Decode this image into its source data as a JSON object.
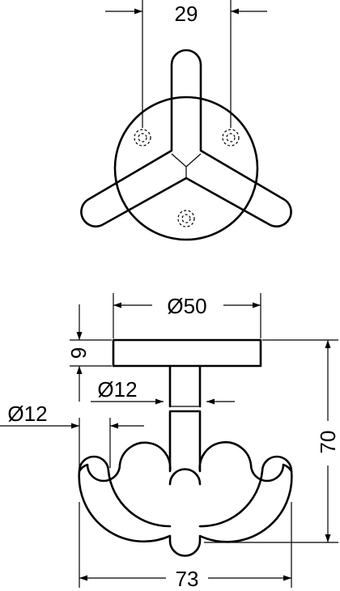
{
  "dimensions": {
    "hole_spacing": "29",
    "base_diameter": "Ø50",
    "base_thickness": "9",
    "shaft_diameter": "Ø12",
    "hook_arm_diameter": "Ø12",
    "overall_height": "70",
    "overall_width": "73"
  },
  "colors": {
    "line": "#000000",
    "background": "#ffffff"
  }
}
